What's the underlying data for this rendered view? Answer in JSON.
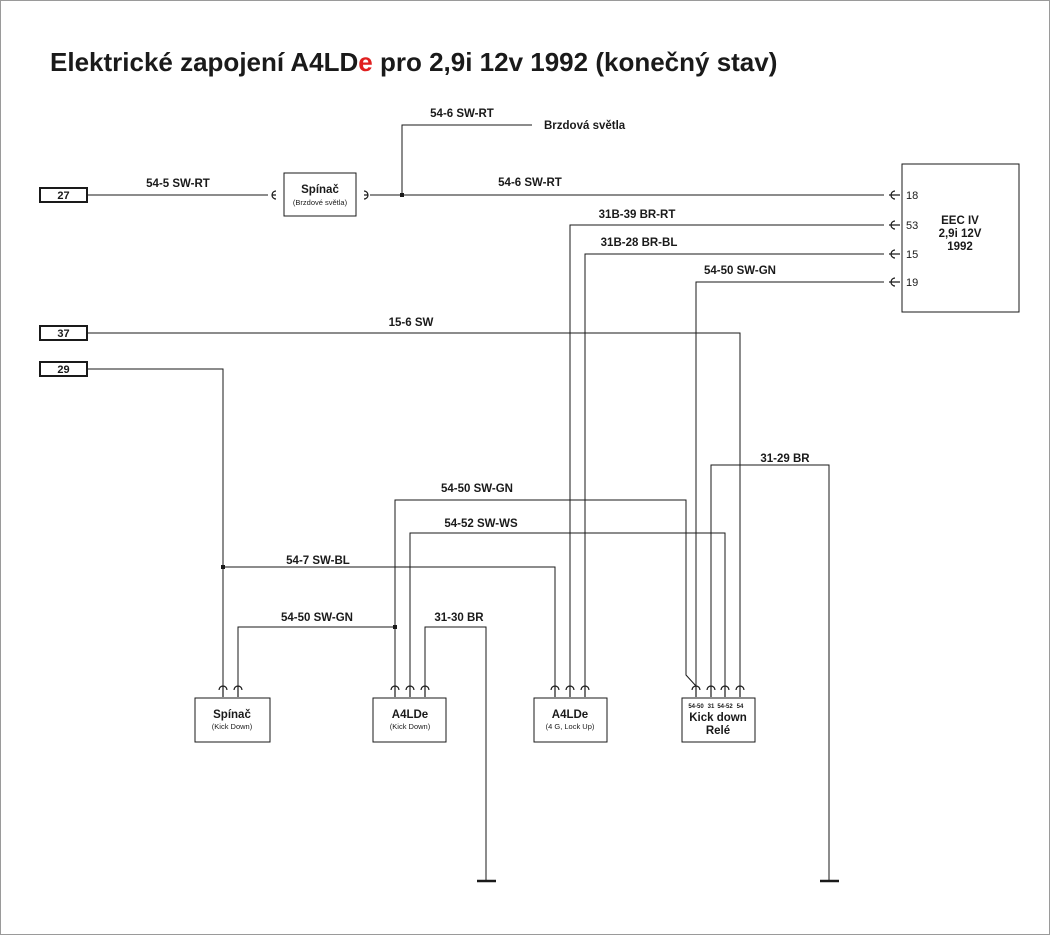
{
  "title": {
    "prefix": "Elektrické zapojení A4LD",
    "highlight": "e",
    "suffix": " pro 2,9i 12v 1992 (konečný stav)",
    "highlight_color": "#e02020"
  },
  "terminals": {
    "t27": "27",
    "t37": "37",
    "t29": "29"
  },
  "components": {
    "brake_switch": {
      "name": "Spínač",
      "sub": "(Brzdové světla)"
    },
    "eec": {
      "line1": "EEC IV",
      "line2": "2,9i 12V",
      "line3": "1992",
      "pins": [
        "18",
        "53",
        "15",
        "19"
      ]
    },
    "kd_switch": {
      "name": "Spínač",
      "sub": "(Kick Down)"
    },
    "a4lde_kd": {
      "name": "A4LDe",
      "sub": "(Kick Down)"
    },
    "a4lde_4g": {
      "name": "A4LDe",
      "sub": "(4 G, Lock Up)"
    },
    "kd_relay": {
      "line1": "Kick down",
      "line2": "Relé",
      "pins": [
        "54-50",
        "31",
        "54-52",
        "54"
      ]
    }
  },
  "brake_lights_label": "Brzdová světla",
  "wires": {
    "w1": "54-5 SW-RT",
    "w2": "54-6 SW-RT",
    "w3": "54-6 SW-RT",
    "w4": "31B-39 BR-RT",
    "w5": "31B-28 BR-BL",
    "w6": "54-50 SW-GN",
    "w7": "15-6 SW",
    "w8": "31-29 BR",
    "w9": "54-50 SW-GN",
    "w10": "54-52 SW-WS",
    "w11": "54-7 SW-BL",
    "w12": "54-50 SW-GN",
    "w13": "31-30 BR"
  }
}
